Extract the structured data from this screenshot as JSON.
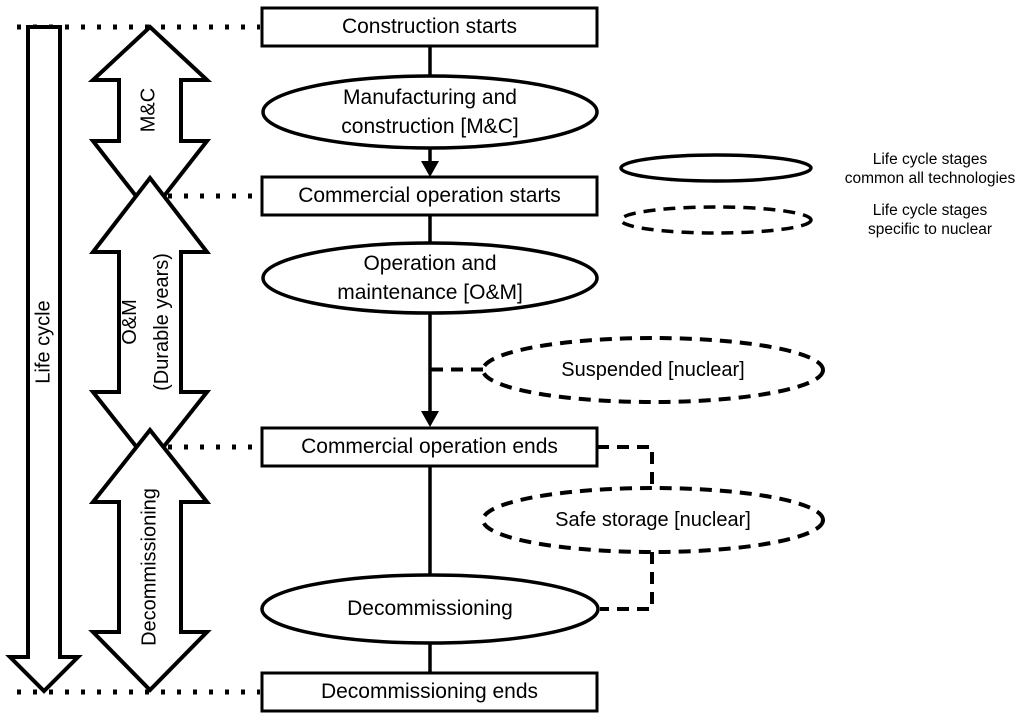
{
  "colors": {
    "ink": "#000000",
    "background": "#ffffff"
  },
  "timeline": {
    "life_cycle_label": "Life cycle",
    "phases": [
      {
        "label": "M&C"
      },
      {
        "label": "O&M",
        "sublabel": "(Durable years)"
      },
      {
        "label": "Decommissioning"
      }
    ]
  },
  "milestones": {
    "construction_starts": "Construction starts",
    "commercial_operation_starts": "Commercial operation starts",
    "commercial_operation_ends": "Commercial operation ends",
    "decommissioning_ends": "Decommissioning ends"
  },
  "stages": {
    "manufacturing_construction": {
      "line1": "Manufacturing and",
      "line2": "construction [M&C]"
    },
    "operation_maintenance": {
      "line1": "Operation and",
      "line2": "maintenance [O&M]"
    },
    "suspended": "Suspended [nuclear]",
    "safe_storage": "Safe storage [nuclear]",
    "decommissioning": "Decommissioning"
  },
  "legend": {
    "common": {
      "line1": "Life cycle stages",
      "line2": "common all technologies"
    },
    "nuclear": {
      "line1": "Life cycle stages",
      "line2": "specific to nuclear"
    }
  }
}
